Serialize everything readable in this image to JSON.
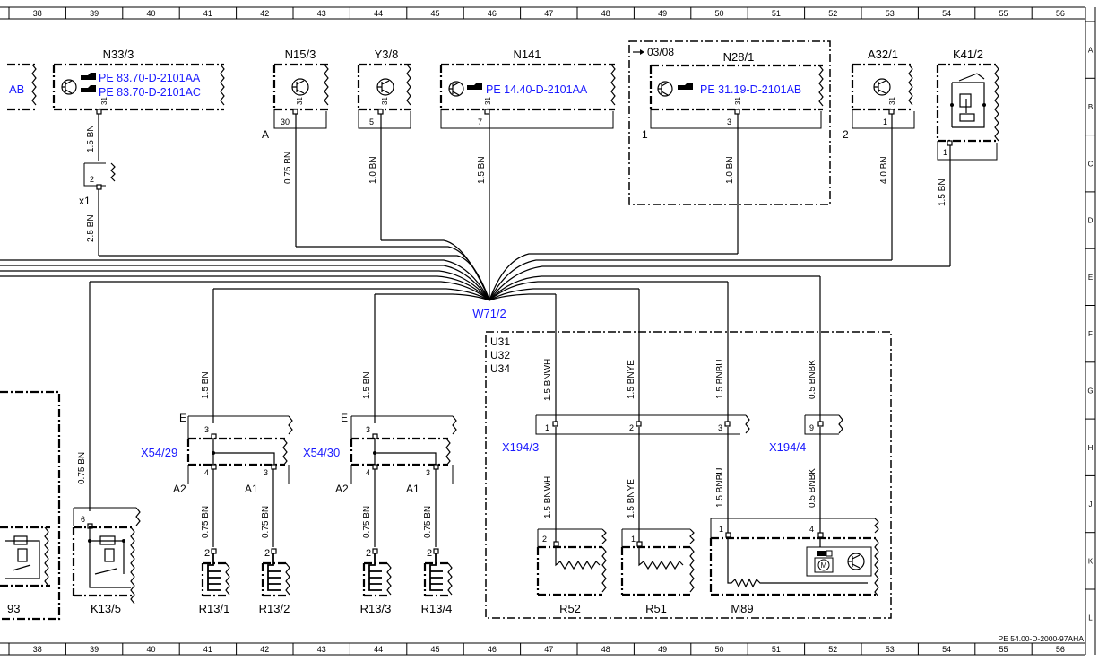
{
  "columns": [
    "38",
    "39",
    "40",
    "41",
    "42",
    "43",
    "44",
    "45",
    "46",
    "47",
    "48",
    "49",
    "50",
    "51",
    "52",
    "53",
    "54",
    "55",
    "56"
  ],
  "rows": [
    "A",
    "B",
    "C",
    "D",
    "E",
    "F",
    "G",
    "H",
    "J",
    "K",
    "L"
  ],
  "components": {
    "n33_3": "N33/3",
    "n15_3": "N15/3",
    "y3_8": "Y3/8",
    "n141": "N141",
    "n28_1": "N28/1",
    "a32_1": "A32/1",
    "k41_2": "K41/2",
    "k13_5": "K13/5",
    "r13_1": "R13/1",
    "r13_2": "R13/2",
    "r13_3": "R13/3",
    "r13_4": "R13/4",
    "r52": "R52",
    "r51": "R51",
    "m89": "M89",
    "partial_93": "93",
    "partial_ab": "AB"
  },
  "refs": {
    "n33_3_a": "PE 83.70-D-2101AA",
    "n33_3_b": "PE 83.70-D-2101AC",
    "n141": "PE 14.40-D-2101AA",
    "n28_1": "PE 31.19-D-2101AB",
    "version": "03/08"
  },
  "connectors": {
    "w71_2": "W71/2",
    "x54_29": "X54/29",
    "x54_30": "X54/30",
    "x194_3": "X194/3",
    "x194_4": "X194/4",
    "x1": "x1",
    "u_group": [
      "U31",
      "U32",
      "U34"
    ]
  },
  "wires": {
    "bn_15": "1.5 BN",
    "bn_075": "0.75 BN",
    "bn_10": "1.0 BN",
    "bn_25": "2.5 BN",
    "bn_40": "4.0 BN",
    "bnwh": "1.5 BNWH",
    "bnye": "1.5 BNYE",
    "bnbu": "1.5 BNBU",
    "bnbk": "0.5 BNBK"
  },
  "pins": {
    "p31": "31",
    "p30": "30",
    "p5": "5",
    "p7": "7",
    "p3": "3",
    "p1": "1",
    "p2": "2",
    "p4": "4",
    "p6": "6",
    "p9": "9"
  },
  "branch_labels": {
    "a": "A",
    "one": "1",
    "two": "2",
    "e": "E",
    "a1": "A1",
    "a2": "A2"
  },
  "icons": [
    "transistor-icon",
    "reference-hand-icon",
    "relay-icon",
    "heater-element-icon",
    "motor-icon",
    "resistor-icon"
  ],
  "footer": "PE 54.00-D-2000-97AHA"
}
